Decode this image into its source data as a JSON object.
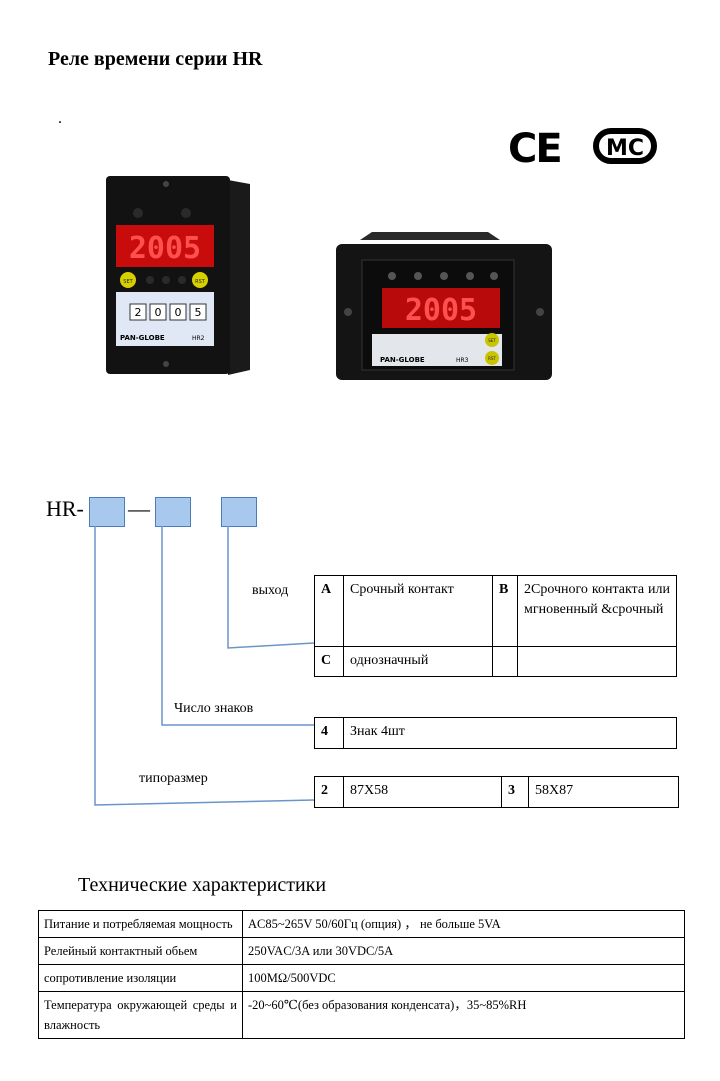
{
  "document": {
    "title": "Реле времени серии HR",
    "dot": "."
  },
  "logos": {
    "ce": "CE",
    "cmc": "MC"
  },
  "products": [
    {
      "display": "2005",
      "brand": "PAN-GLOBE",
      "model": "HR2",
      "keys": [
        "SET",
        "RST"
      ],
      "digits": [
        "2",
        "0",
        "0",
        "5"
      ]
    },
    {
      "display": "2005",
      "brand": "PAN-GLOBE",
      "model": "HR3",
      "keys": [
        "SET",
        "RST"
      ]
    }
  ],
  "ordering": {
    "prefix": "HR-",
    "separator": "—",
    "output_label": "выход",
    "digits_label": "Число знаков",
    "size_label": "типоразмер",
    "output_options": [
      {
        "code": "A",
        "text": "Срочный контакт"
      },
      {
        "code": "B",
        "text": "2Срочного контакта или мгновенный &срочный"
      },
      {
        "code": "C",
        "text": "однозначный"
      }
    ],
    "digit_options": [
      {
        "code": "4",
        "text": "Знак 4шт"
      }
    ],
    "size_options": [
      {
        "code": "2",
        "text": "87X58"
      },
      {
        "code": "3",
        "text": "58X87"
      }
    ]
  },
  "specs": {
    "title": "Технические характеристики",
    "rows": [
      {
        "key": "Питание и потребляемая мощность",
        "value": "AC85~265V 50/60Гц (опция) ， не больше 5VA"
      },
      {
        "key": "Релейный контактный обьем",
        "value": "250VAC/3A или 30VDC/5A"
      },
      {
        "key": "сопротивление изоляции",
        "value": "100MΩ/500VDC"
      },
      {
        "key": "Температура окружающей среды и влажность",
        "value": "-20~60℃(без образования конденсата)，35~85%RH"
      }
    ]
  }
}
